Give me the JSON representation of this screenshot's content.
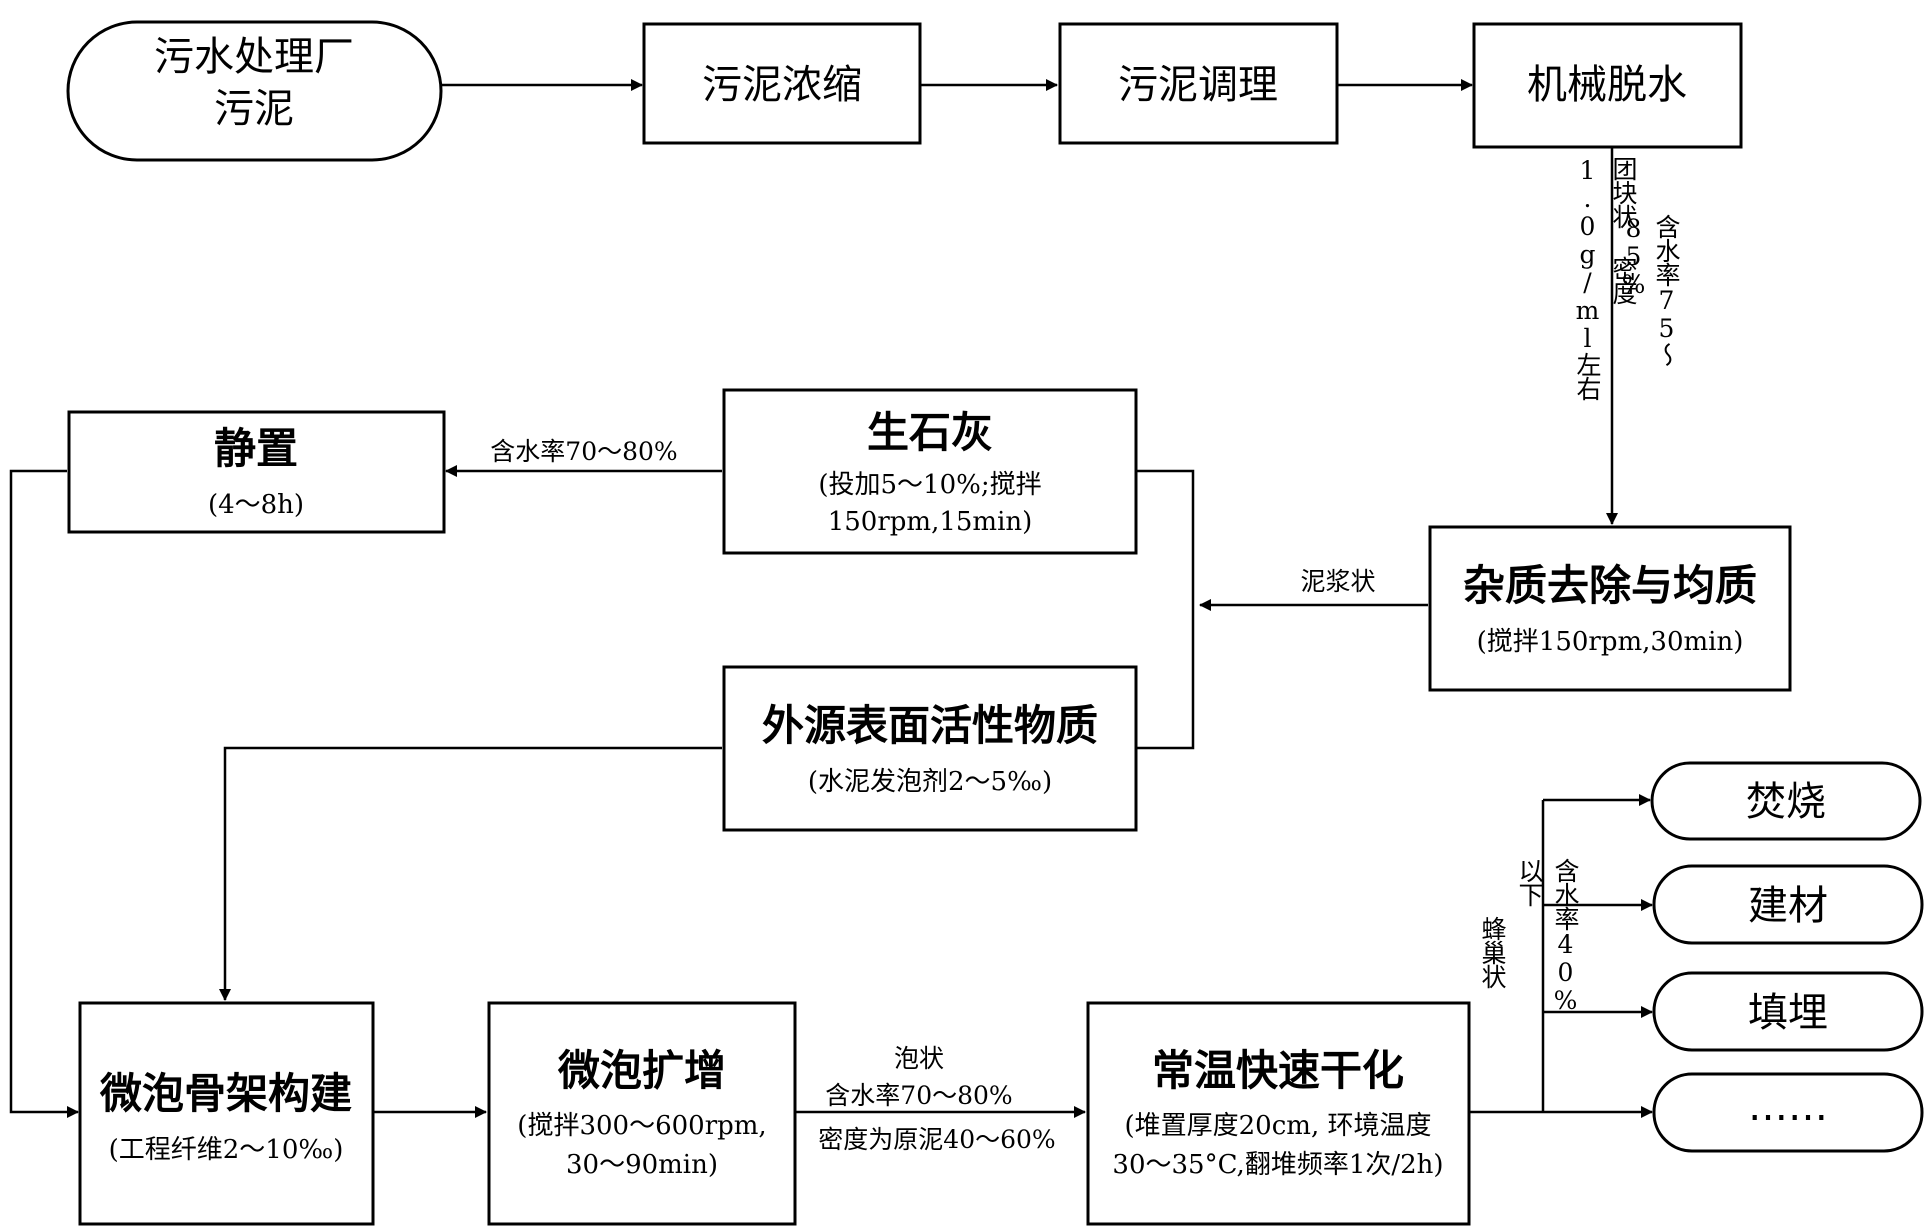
{
  "nodes": {
    "sewage_sludge": [
      "污水处理厂",
      "污泥"
    ],
    "thickening": "污泥浓缩",
    "conditioning": "污泥调理",
    "dewatering": "机械脱水",
    "impurity_removal": {
      "title": "杂质去除与均质",
      "detail": "(搅拌150rpm,30min)"
    },
    "quicklime": {
      "title": "生石灰",
      "detail": [
        "(投加5～10%;搅拌",
        "150rpm,15min)"
      ]
    },
    "standing": {
      "title": "静置",
      "detail": "(4～8h)"
    },
    "surfactant": {
      "title": "外源表面活性物质",
      "detail": "(水泥发泡剂2～5‰)"
    },
    "micro_foam_skeleton": {
      "title": "微泡骨架构建",
      "detail": "(工程纤维2～10‰)"
    },
    "micro_foam_expansion": {
      "title": "微泡扩增",
      "detail": [
        "(搅拌300～600rpm,",
        "30～90min)"
      ]
    },
    "drying": {
      "title": "常温快速干化",
      "detail": [
        "(堆置厚度20cm, 环境温度",
        "30～35°C,翻堆频率1次/2h)"
      ]
    },
    "incineration": "焚烧",
    "building_materials": "建材",
    "landfill": "填埋",
    "more": "……"
  },
  "edge_labels": {
    "dewatered_shape": "团块状 密度1.0g/ml左右",
    "dewatered_water": "含水率75～85%",
    "slurry": "泥浆状",
    "standing_water": "含水率70～80%",
    "foam_shape": "泡状",
    "foam_water": "含水率70～80%",
    "foam_density": "密度为原泥40～60%",
    "dried_water": "含水率40%以下",
    "dried_shape": "蜂巢状"
  }
}
